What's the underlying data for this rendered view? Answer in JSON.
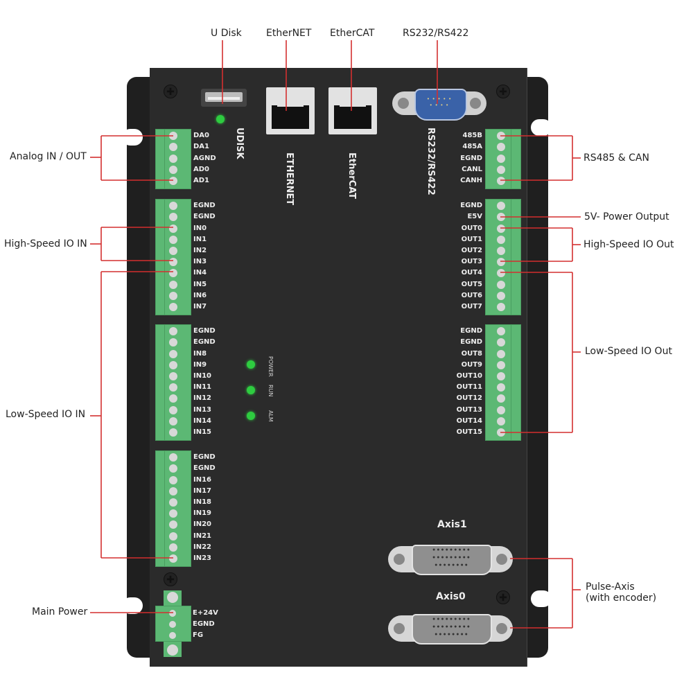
{
  "colors": {
    "panel": "#2b2b2b",
    "flange": "#1f1f1f",
    "terminal_green": "#5cb874",
    "terminal_green_dark": "#4a9e60",
    "screw": "#d8d8d8",
    "callout_line": "#d32f2f",
    "led_green": "#2ecc40",
    "connector_gray": "#cfcfcf",
    "db9_blue": "#3a62a8"
  },
  "top_callouts": [
    {
      "id": "udisk",
      "label": "U Disk"
    },
    {
      "id": "ethernet",
      "label": "EtherNET"
    },
    {
      "id": "ethercat",
      "label": "EtherCAT"
    },
    {
      "id": "rs232",
      "label": "RS232/RS422"
    }
  ],
  "left_callouts": [
    {
      "id": "analog",
      "label": "Analog IN / OUT"
    },
    {
      "id": "hs_in",
      "label": "High-Speed IO IN"
    },
    {
      "id": "ls_in",
      "label": "Low-Speed IO IN"
    },
    {
      "id": "main_power",
      "label": "Main Power"
    }
  ],
  "right_callouts": [
    {
      "id": "rs485_can",
      "label": "RS485 & CAN"
    },
    {
      "id": "power5v",
      "label": "5V- Power Output"
    },
    {
      "id": "hs_out",
      "label": "High-Speed IO Out"
    },
    {
      "id": "ls_out",
      "label": "Low-Speed IO Out"
    },
    {
      "id": "pulse_axis_line1",
      "label": "Pulse-Axis"
    },
    {
      "id": "pulse_axis_line2",
      "label": "(with encoder)"
    }
  ],
  "port_labels": {
    "udisk": "UDISK",
    "ethernet": "ETHERNET",
    "ethercat": "EtherCAT",
    "rs232": "RS232/RS422"
  },
  "leds": [
    {
      "name": "POWER",
      "state": "on"
    },
    {
      "name": "RUN",
      "state": "on"
    },
    {
      "name": "ALM",
      "state": "on"
    }
  ],
  "axis_connectors": [
    {
      "name": "Axis1"
    },
    {
      "name": "Axis0"
    }
  ],
  "terminals": {
    "analog": [
      "DA0",
      "DA1",
      "AGND",
      "AD0",
      "AD1"
    ],
    "in_block1": [
      "EGND",
      "EGND",
      "IN0",
      "IN1",
      "IN2",
      "IN3",
      "IN4",
      "IN5",
      "IN6",
      "IN7"
    ],
    "in_block2": [
      "EGND",
      "EGND",
      "IN8",
      "IN9",
      "IN10",
      "IN11",
      "IN12",
      "IN13",
      "IN14",
      "IN15"
    ],
    "in_block3": [
      "EGND",
      "EGND",
      "IN16",
      "IN17",
      "IN18",
      "IN19",
      "IN20",
      "IN21",
      "IN22",
      "IN23"
    ],
    "rs485": [
      "485B",
      "485A",
      "EGND",
      "CANL",
      "CANH"
    ],
    "out_block1": [
      "EGND",
      "E5V",
      "OUT0",
      "OUT1",
      "OUT2",
      "OUT3",
      "OUT4",
      "OUT5",
      "OUT6",
      "OUT7"
    ],
    "out_block2": [
      "EGND",
      "EGND",
      "OUT8",
      "OUT9",
      "OUT10",
      "OUT11",
      "OUT12",
      "OUT13",
      "OUT14",
      "OUT15"
    ],
    "power": [
      "E+24V",
      "EGND",
      "FG"
    ]
  }
}
